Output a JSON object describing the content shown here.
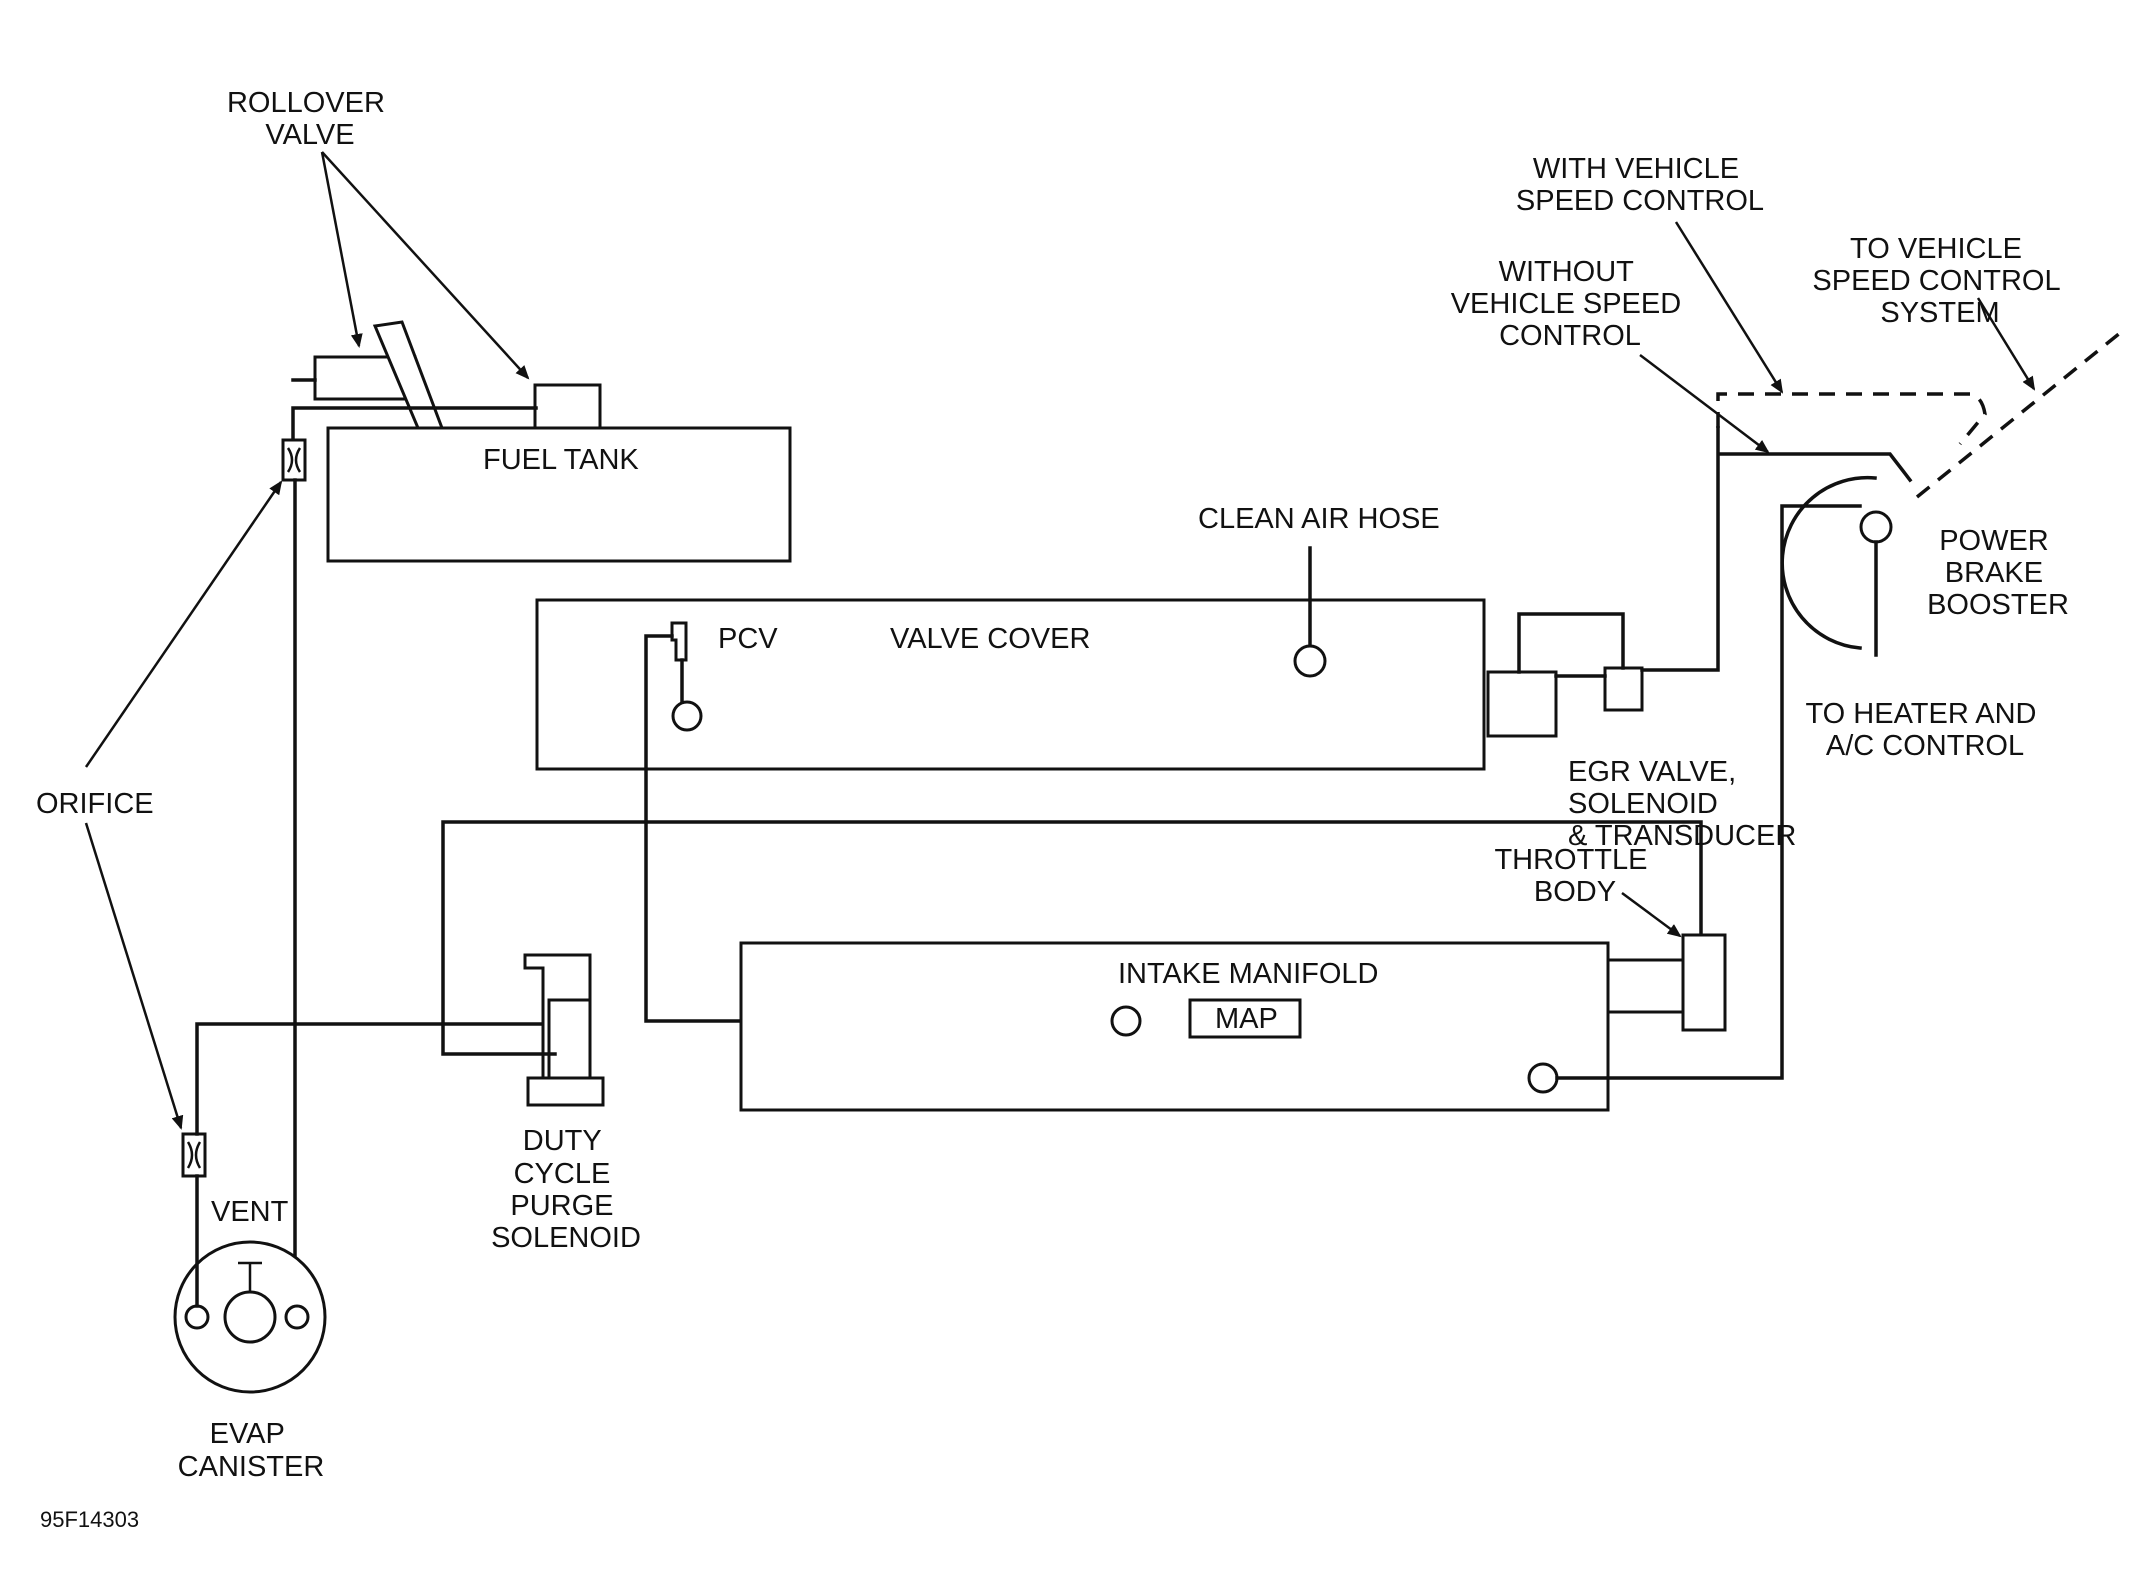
{
  "labels": {
    "rollover_valve": [
      "ROLLOVER",
      "VALVE"
    ],
    "fuel_tank": "FUEL TANK",
    "orifice": "ORIFICE",
    "vent": "VENT",
    "evap_canister": [
      "EVAP",
      "CANISTER"
    ],
    "duty_cycle_purge_solenoid": [
      "DUTY",
      "CYCLE",
      "PURGE",
      "SOLENOID"
    ],
    "pcv": "PCV",
    "valve_cover": "VALVE COVER",
    "clean_air_hose": "CLEAN AIR HOSE",
    "egr": [
      "EGR VALVE,",
      "SOLENOID",
      "& TRANSDUCER"
    ],
    "with_speed_control": [
      "WITH VEHICLE",
      "SPEED CONTROL"
    ],
    "without_speed_control": [
      "WITHOUT",
      "VEHICLE SPEED",
      "CONTROL"
    ],
    "to_speed_control_system": [
      "TO VEHICLE",
      "SPEED CONTROL",
      "SYSTEM"
    ],
    "power_brake_booster": [
      "POWER",
      "BRAKE",
      "BOOSTER"
    ],
    "to_heater": [
      "TO HEATER AND",
      "A/C CONTROL"
    ],
    "throttle_body": [
      "THROTTLE",
      "BODY"
    ],
    "intake_manifold": "INTAKE MANIFOLD",
    "map": "MAP",
    "figure_code": "95F14303"
  }
}
